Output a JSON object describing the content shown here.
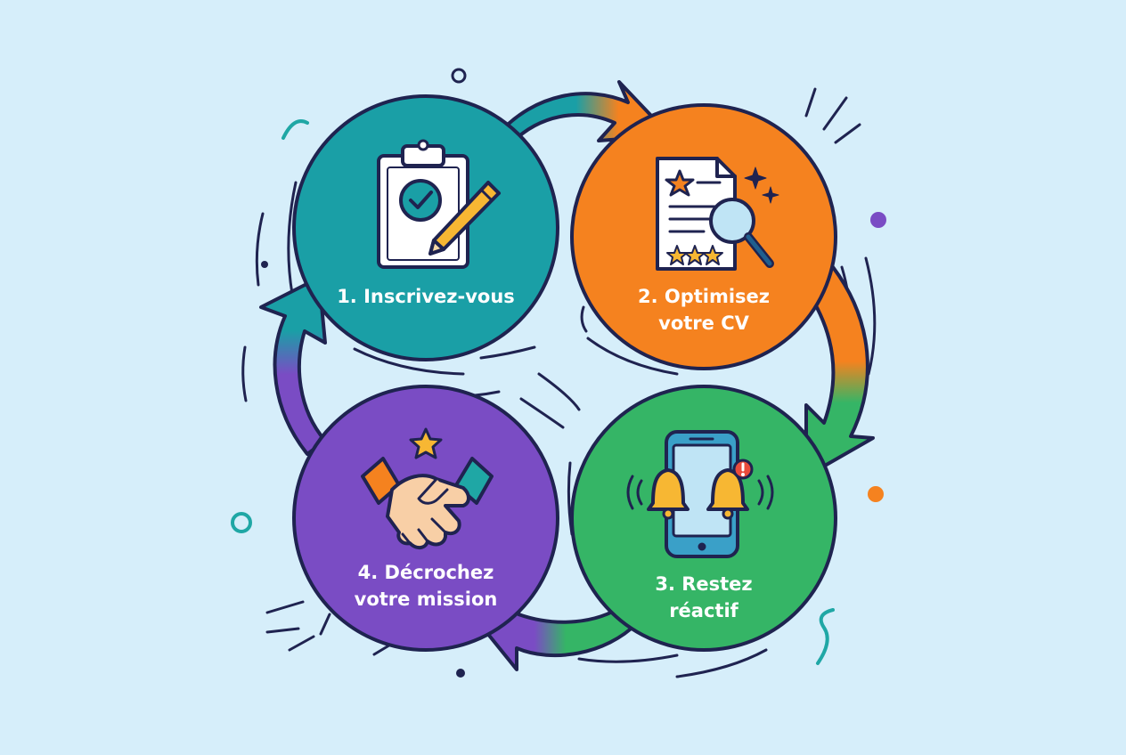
{
  "diagram": {
    "colors": {
      "background": "#d6eefa",
      "outline": "#1f2350",
      "teal": "#1a9fa6",
      "orange": "#f5821f",
      "green": "#35b566",
      "purple": "#7a4cc4",
      "star": "#f7b733",
      "accent_purple": "#7a4cc4",
      "accent_orange": "#f5821f",
      "accent_teal": "#1fa7a5"
    },
    "steps": [
      {
        "id": "1",
        "line1": "1. Inscrivez-vous",
        "line2": "",
        "icon": "clipboard-check-pencil-icon",
        "color": "#1a9fa6"
      },
      {
        "id": "2",
        "line1": "2. Optimisez",
        "line2": "votre CV",
        "icon": "cv-magnifier-icon",
        "color": "#f5821f"
      },
      {
        "id": "3",
        "line1": "3. Restez",
        "line2": "réactif",
        "icon": "phone-bells-icon",
        "color": "#35b566"
      },
      {
        "id": "4",
        "line1": "4. Décrochez",
        "line2": "votre mission",
        "icon": "handshake-star-icon",
        "color": "#7a4cc4"
      }
    ]
  }
}
